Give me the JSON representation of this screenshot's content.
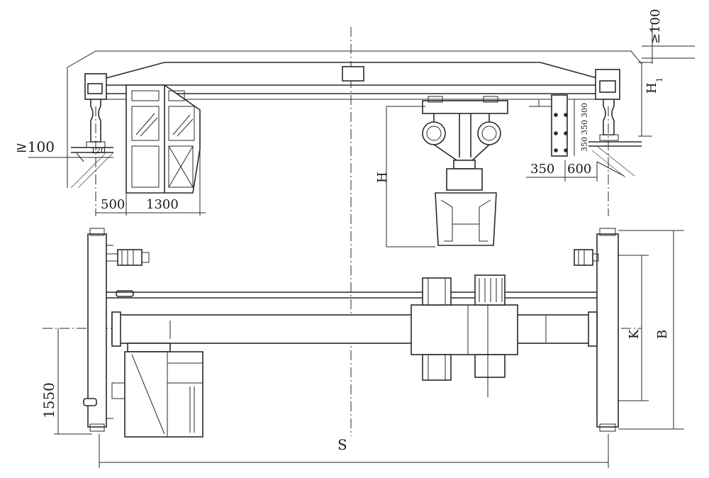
{
  "labels": {
    "clearance_top": "≥100",
    "clearance_left": "≥100",
    "offset_120": "120",
    "h1": "H",
    "h1_sub": "1",
    "height": "H",
    "cab_dim_a": "500",
    "cab_dim_b": "1300",
    "dim_350": "350",
    "dim_600": "600",
    "vert_300": "300",
    "vert_350a": "350",
    "vert_350b": "350",
    "dim_1550": "1550",
    "span": "S",
    "wheelbase_k": "K",
    "width_b": "B"
  }
}
